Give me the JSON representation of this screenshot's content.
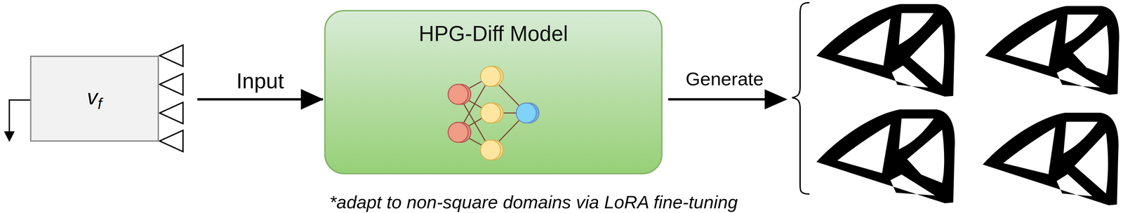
{
  "diagram": {
    "nodes": [
      {
        "text": [
          "vf"
        ]
      },
      {
        "text": [
          "HPG-Diff Model"
        ]
      }
    ],
    "edges": [
      {
        "from": 0,
        "to": 1,
        "arrow": "to",
        "label": "Input"
      }
    ],
    "labels": [
      "Generate",
      "*adapt to non-square domains via LoRA fine-tuning"
    ]
  }
}
